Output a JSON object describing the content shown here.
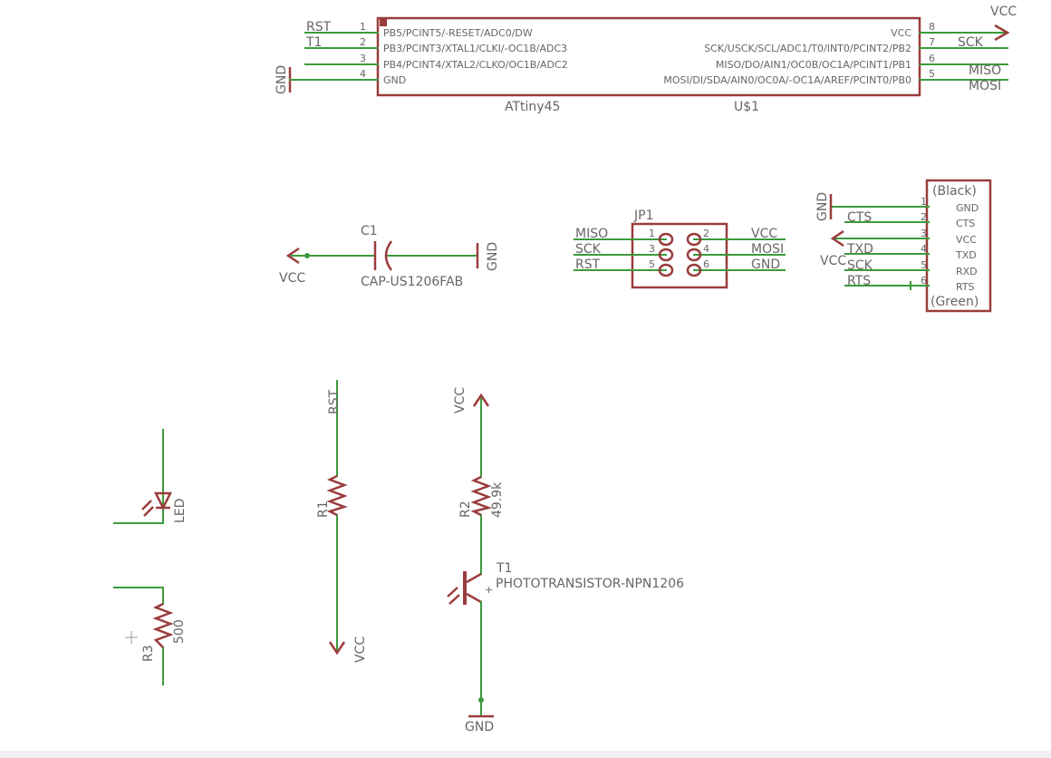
{
  "schematic": {
    "mcu": {
      "name": "ATtiny45",
      "ref": "U$1",
      "left_pins": [
        {
          "num": "1",
          "label": "PB5/PCINT5/-RESET/ADC0/DW",
          "net": "RST"
        },
        {
          "num": "2",
          "label": "PB3/PCINT3/XTAL1/CLKI/-OC1B/ADC3",
          "net": "T1"
        },
        {
          "num": "3",
          "label": "PB4/PCINT4/XTAL2/CLKO/OC1B/ADC2",
          "net": ""
        },
        {
          "num": "4",
          "label": "GND",
          "net": "GND"
        }
      ],
      "right_pins": [
        {
          "num": "8",
          "label": "VCC",
          "net": "VCC"
        },
        {
          "num": "7",
          "label": "SCK/USCK/SCL/ADC1/T0/INT0/PCINT2/PB2",
          "net": "SCK"
        },
        {
          "num": "6",
          "label": "MISO/DO/AIN1/OC0B/OC1A/PCINT1/PB1",
          "net": "MISO"
        },
        {
          "num": "5",
          "label": "MOSI/DI/SDA/AIN0/OC0A/-OC1A/AREF/PCINT0/PB0",
          "net": "MOSI"
        }
      ]
    },
    "cap": {
      "ref": "C1",
      "value": "CAP-US1206FAB",
      "left_net": "VCC",
      "right_net": "GND"
    },
    "isp": {
      "ref": "JP1",
      "rows": [
        {
          "left_net": "MISO",
          "left_pin": "1",
          "right_pin": "2",
          "right_net": "VCC"
        },
        {
          "left_net": "SCK",
          "left_pin": "3",
          "right_pin": "4",
          "right_net": "MOSI"
        },
        {
          "left_net": "RST",
          "left_pin": "5",
          "right_pin": "6",
          "right_net": "GND"
        }
      ]
    },
    "ftdi": {
      "top_label": "(Black)",
      "bottom_label": "(Green)",
      "pins": [
        {
          "num": "1",
          "label": "GND",
          "net": "GND"
        },
        {
          "num": "2",
          "label": "CTS",
          "net": "CTS"
        },
        {
          "num": "3",
          "label": "VCC",
          "net": "VCC"
        },
        {
          "num": "4",
          "label": "TXD",
          "net": "TXD"
        },
        {
          "num": "5",
          "label": "RXD",
          "net": "SCK"
        },
        {
          "num": "6",
          "label": "RTS",
          "net": "RTS"
        }
      ]
    },
    "led": {
      "ref": "LED"
    },
    "r1": {
      "ref": "R1",
      "top_net": "RST",
      "bottom_net": "VCC"
    },
    "r2": {
      "ref": "R2",
      "value": "49.9k",
      "top_net": "VCC"
    },
    "r3": {
      "ref": "R3",
      "value": "500"
    },
    "t1": {
      "ref": "T1",
      "value": "PHOTOTRANSISTOR-NPN1206",
      "bottom_net": "GND"
    },
    "vcc_top": "VCC"
  }
}
